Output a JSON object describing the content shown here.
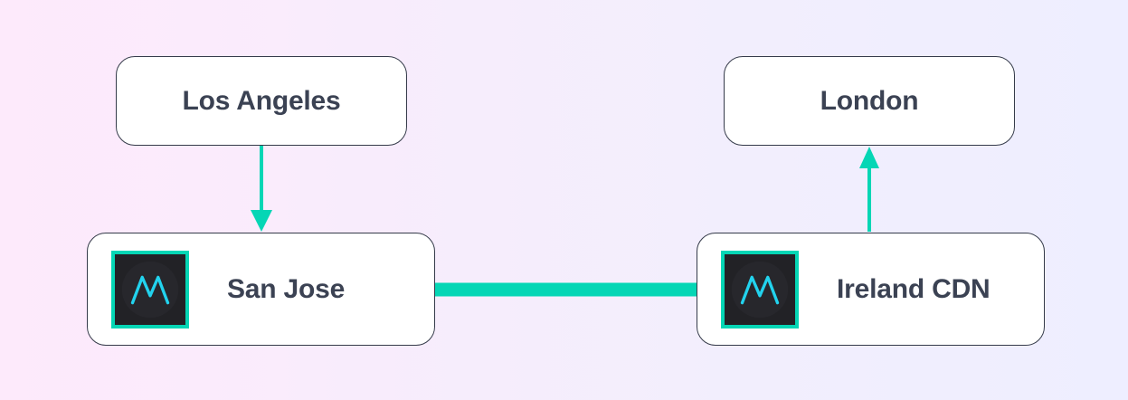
{
  "diagram": {
    "type": "network-topology",
    "background": {
      "gradient_from": "#fdeafb",
      "gradient_to": "#eeeeff",
      "direction": "horizontal"
    },
    "accent_color": "#05d6b5",
    "node_border_color": "#353b4a",
    "node_fill_color": "#ffffff",
    "label_color": "#3b4253",
    "icon_background": "#222226",
    "icon_mark_color": "#22d3ee",
    "nodes": [
      {
        "id": "los-angeles",
        "label": "Los Angeles",
        "has_icon": false
      },
      {
        "id": "london",
        "label": "London",
        "has_icon": false
      },
      {
        "id": "san-jose",
        "label": "San Jose",
        "has_icon": true,
        "icon": "mesh-logo-icon"
      },
      {
        "id": "ireland-cdn",
        "label": "Ireland CDN",
        "has_icon": true,
        "icon": "mesh-logo-icon"
      }
    ],
    "edges": [
      {
        "id": "la-to-san-jose",
        "from": "los-angeles",
        "to": "san-jose",
        "direction": "down",
        "arrow": true,
        "style": "thin",
        "color": "#05d6b5"
      },
      {
        "id": "ireland-cdn-to-london",
        "from": "ireland-cdn",
        "to": "london",
        "direction": "up",
        "arrow": true,
        "style": "thin",
        "color": "#05d6b5"
      },
      {
        "id": "san-jose-to-ireland-cdn",
        "from": "san-jose",
        "to": "ireland-cdn",
        "direction": "none",
        "arrow": false,
        "style": "thick",
        "color": "#05d6b5"
      }
    ]
  }
}
